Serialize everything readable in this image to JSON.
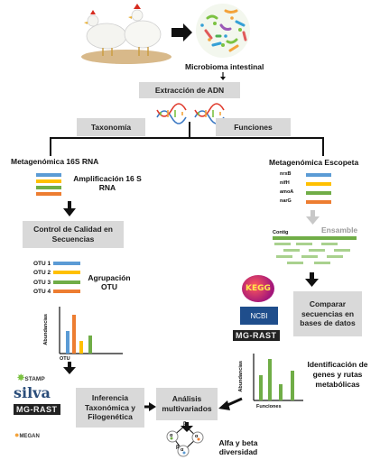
{
  "top": {
    "microbiome_label": "Microbioma intestinal"
  },
  "steps": {
    "extraction": "Extracción de ADN",
    "taxonomy": "Taxonomía",
    "functions": "Funciones"
  },
  "left": {
    "title": "Metagenómica 16S RNA",
    "amplification": "Amplificación 16 S RNA",
    "quality_control": "Control de Calidad en Secuencias",
    "otus": [
      "OTU 1",
      "OTU 2",
      "OTU 3",
      "OTU 4"
    ],
    "grouping": "Agrupación OTU",
    "chart_ylabel": "Abundancias",
    "chart_xlabel": "OTU",
    "inference": "Inferencia Taxonómica y Filogenética",
    "tools": [
      "STAMP",
      "silva",
      "MG-RAST",
      "MEGAN"
    ]
  },
  "right": {
    "title": "Metagenómica Escopeta",
    "genes": [
      "nrxB",
      "nifH",
      "amoA",
      "narG"
    ],
    "contig": "Contig",
    "assembly": "Ensamble",
    "compare": "Comparar secuencias en bases de datos",
    "databases": [
      "KEGG",
      "NCBI",
      "MG-RAST"
    ],
    "identification": "Identificación de genes y rutas metabólicas",
    "chart_ylabel": "Abundancias",
    "chart_xlabel": "Funciones"
  },
  "bottom": {
    "multivariate": "Análisis multivariados",
    "diversity": "Alfa  y beta diversidad",
    "diversity_symbols": [
      "α",
      "β",
      "β",
      "α",
      "α"
    ]
  },
  "colors": {
    "box_gray": "#d9d9d9",
    "blue": "#5b9bd5",
    "orange": "#ed7d31",
    "green": "#70ad47",
    "yellow": "#ffc000",
    "arrow_gray": "#c8c8c8"
  }
}
